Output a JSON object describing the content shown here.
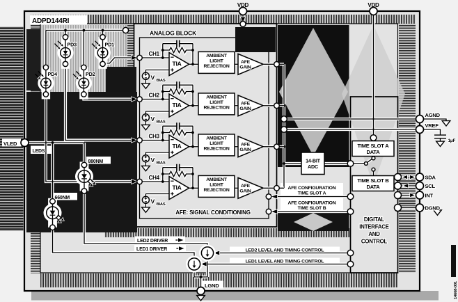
{
  "figure": {
    "title": "ADPD144RI",
    "figure_number": "14668-001",
    "type": "functional-block-diagram"
  },
  "colors": {
    "module_fill": "#e3e3e3",
    "box_fill": "#ffffff",
    "line": "#000000",
    "noise_dark": "#121212",
    "band_dark": "#2e2e2e",
    "band_light": "#d8d8d8",
    "shadow": "#a9a9a9"
  },
  "pins": {
    "vdd_analog": "VDD",
    "vdd_digital": "VDD",
    "vled": "VLED",
    "agnd": "AGND",
    "vref": "VREF",
    "sda": "SDA",
    "scl": "SCL",
    "int": "INT",
    "dgnd": "DGND",
    "lgnd": "LGND"
  },
  "external": {
    "vref_cap": "1µF"
  },
  "photodiodes": [
    {
      "label": "PD3"
    },
    {
      "label": "PD1"
    },
    {
      "label": "PD4"
    },
    {
      "label": "PD2"
    }
  ],
  "leds": {
    "group_label": "LEDS",
    "ir": {
      "label": "880NM"
    },
    "red": {
      "label": "660NM"
    }
  },
  "analog_block": {
    "title": "ANALOG BLOCK",
    "footer": "AFE: SIGNAL CONDITIONING",
    "channels": [
      {
        "label": "CH1",
        "tia": "TIA",
        "vbias": "V",
        "vbias_sub": "BIAS",
        "alr": [
          "AMBIENT",
          "LIGHT",
          "REJECTION"
        ],
        "afe": [
          "AFE",
          "GAIN"
        ]
      },
      {
        "label": "CH2",
        "tia": "TIA",
        "vbias": "V",
        "vbias_sub": "BIAS",
        "alr": [
          "AMBIENT",
          "LIGHT",
          "REJECTION"
        ],
        "afe": [
          "AFE",
          "GAIN"
        ]
      },
      {
        "label": "CH3",
        "tia": "TIA",
        "vbias": "V",
        "vbias_sub": "BIAS",
        "alr": [
          "AMBIENT",
          "LIGHT",
          "REJECTION"
        ],
        "afe": [
          "AFE",
          "GAIN"
        ]
      },
      {
        "label": "CH4",
        "tia": "TIA",
        "vbias": "V",
        "vbias_sub": "BIAS",
        "alr": [
          "AMBIENT",
          "LIGHT",
          "REJECTION"
        ],
        "afe": [
          "AFE",
          "GAIN"
        ]
      }
    ]
  },
  "adc": {
    "lines": [
      "14-BIT",
      "ADC"
    ]
  },
  "digital_block": {
    "time_slot_a": [
      "TIME SLOT A",
      "DATA"
    ],
    "time_slot_b": [
      "TIME SLOT B",
      "DATA"
    ],
    "controller": [
      "DIGITAL",
      "INTERFACE",
      "AND",
      "CONTROL"
    ]
  },
  "config_paths": {
    "slot_a": [
      "AFE CONFIGURATION",
      "TIME SLOT A"
    ],
    "slot_b": [
      "AFE CONFIGURATION",
      "TIME SLOT B"
    ]
  },
  "led_drivers": {
    "led2": "LED2 DRIVER",
    "led1": "LED1 DRIVER",
    "led2_control": "LED2 LEVEL AND TIMING CONTROL",
    "led1_control": "LED1 LEVEL AND TIMING CONTROL"
  }
}
